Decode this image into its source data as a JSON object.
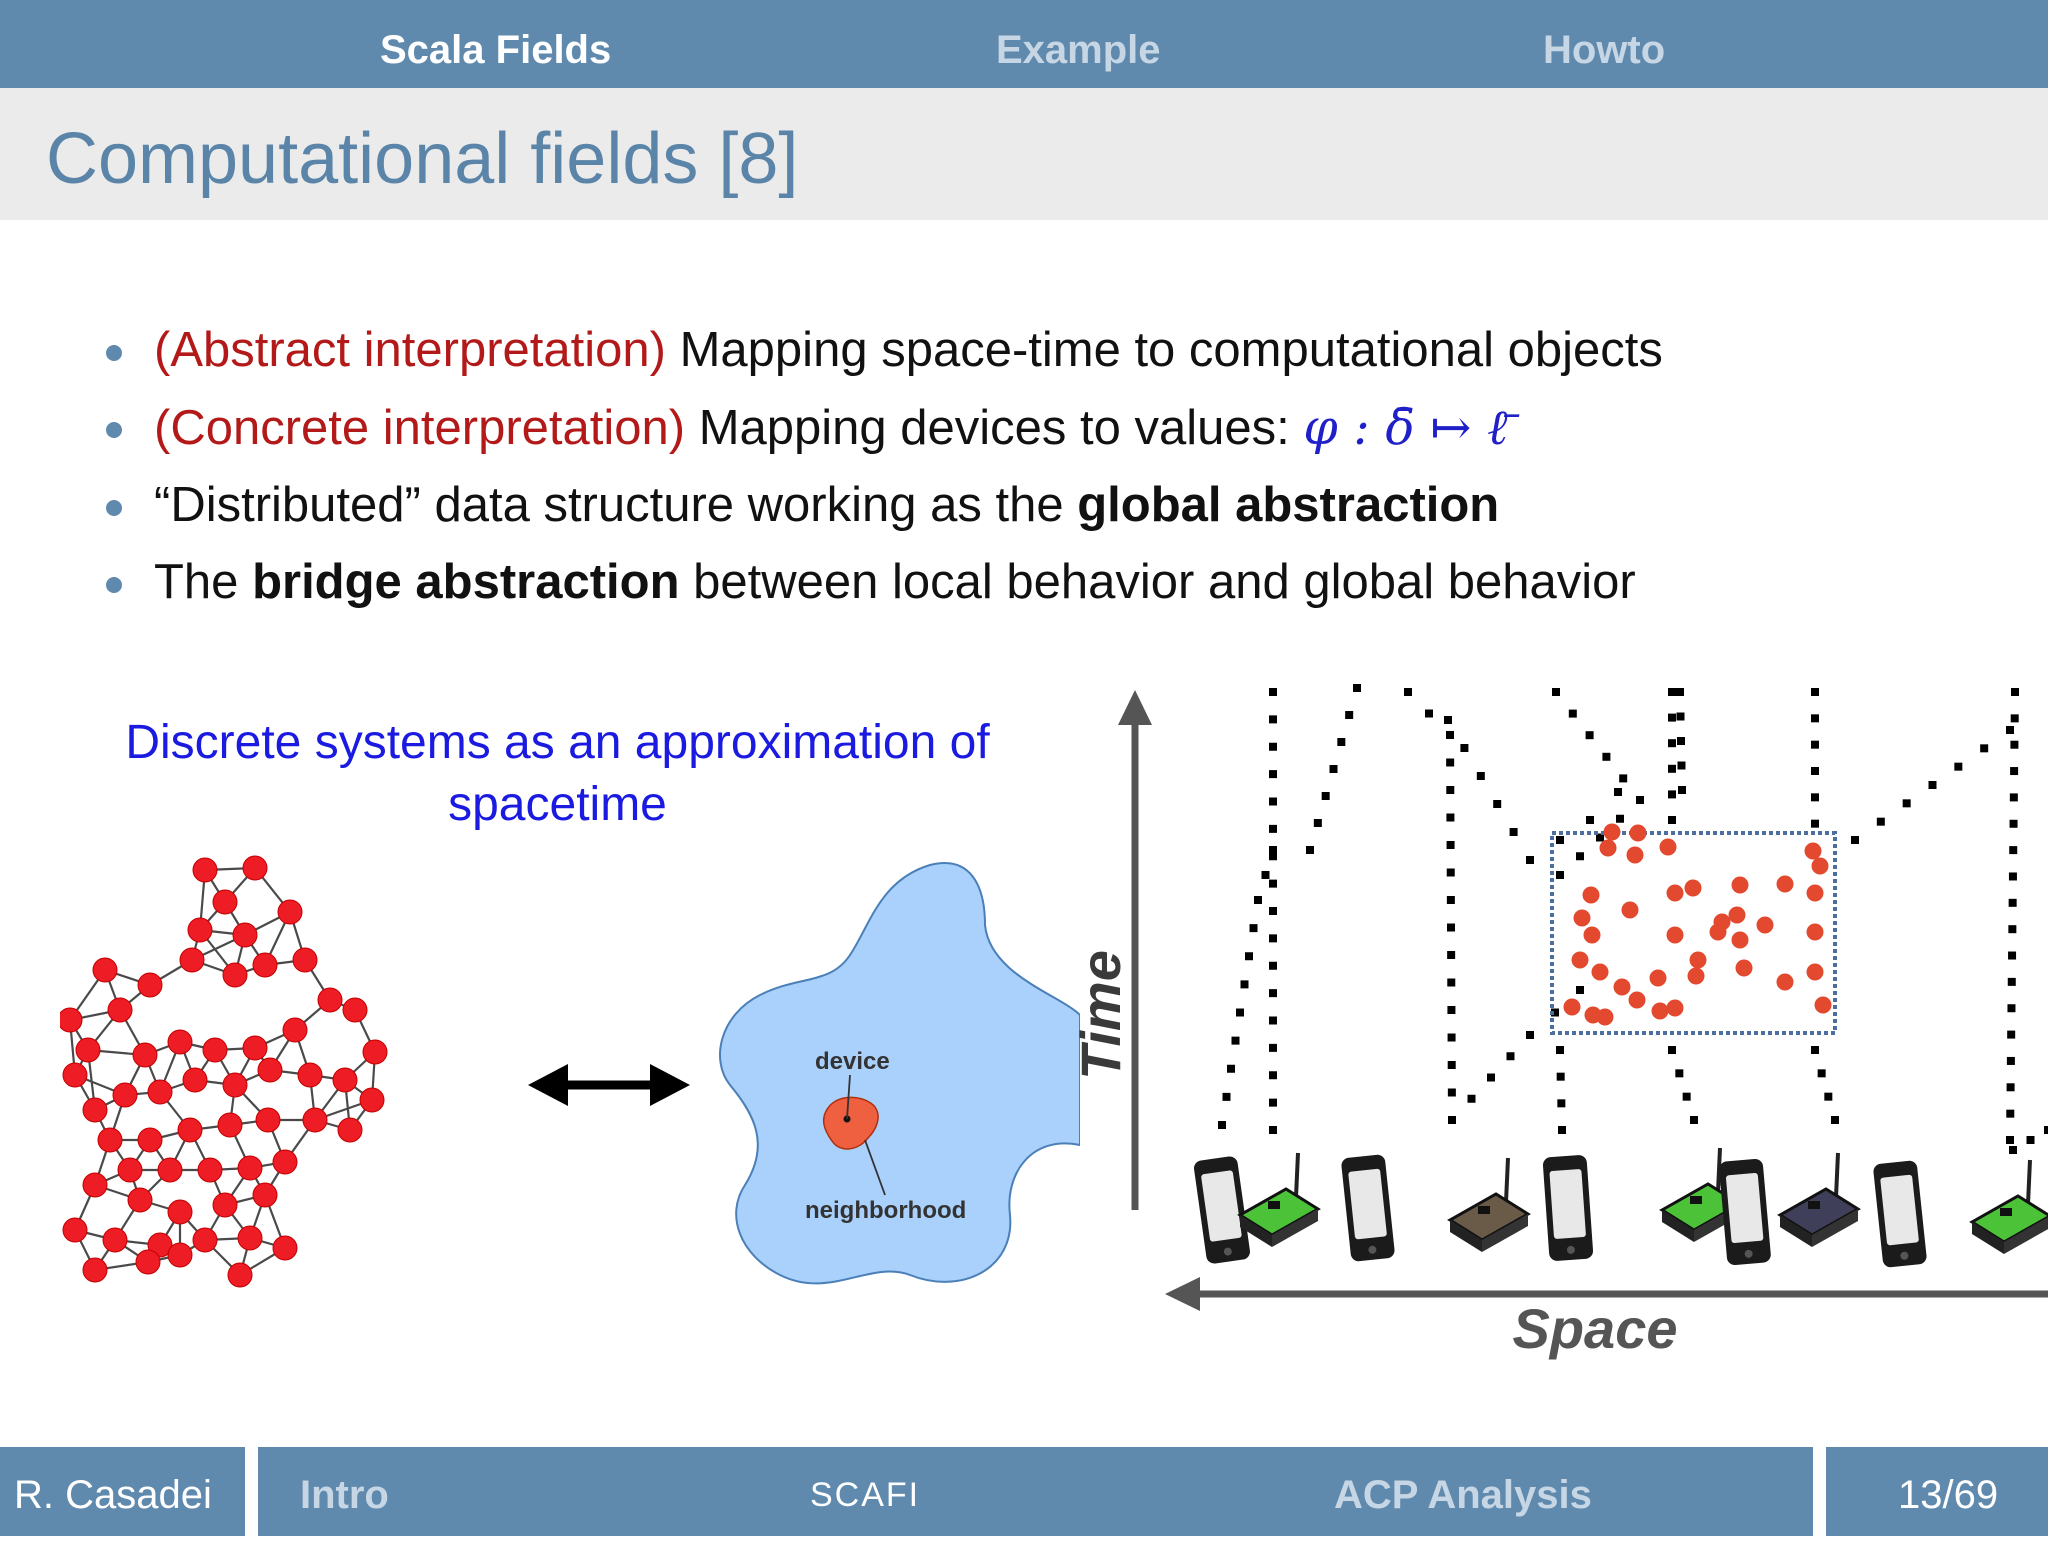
{
  "nav": {
    "items": [
      {
        "label": "Scala Fields",
        "active": true
      },
      {
        "label": "Example",
        "active": false
      },
      {
        "label": "Howto",
        "active": false
      }
    ]
  },
  "slide": {
    "title": "Computational fields [8]",
    "bullets": [
      {
        "prefix": "(Abstract interpretation)",
        "text": " Mapping space-time to computational objects"
      },
      {
        "prefix": "(Concrete interpretation)",
        "text": " Mapping devices to values: ",
        "math": "φ : δ̄ ↦ ℓ̄"
      },
      {
        "pre": "“Distributed” data structure working as the ",
        "bold": "global abstraction",
        "post": ""
      },
      {
        "pre": "The ",
        "bold": "bridge abstraction",
        "post": " between local behavior and global behavior"
      }
    ],
    "caption_line1": "Discrete systems as an approximation of",
    "caption_line2": "spacetime",
    "figure_labels": {
      "device": "device",
      "neighborhood": "neighborhood",
      "time": "Time",
      "space": "Space"
    }
  },
  "footer": {
    "author": "R. Casadei",
    "section_intro": "Intro",
    "section_scafi": "SCAFI",
    "section_acp": "ACP Analysis",
    "page": "13/69"
  },
  "colors": {
    "nav_bg": "#5f8aae",
    "title": "#5a84a8",
    "red_prefix": "#b31919",
    "caption": "#1a1ae0",
    "node_red": "#ee1c24",
    "field_dot": "#e2492f"
  }
}
